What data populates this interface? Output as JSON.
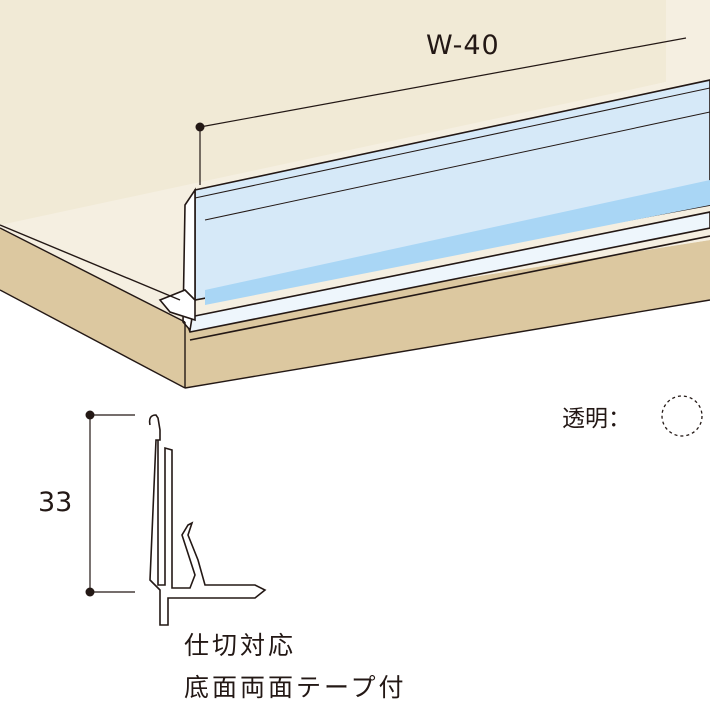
{
  "dimension": {
    "model_code": "W-40",
    "height_value": "33"
  },
  "color_legend": {
    "label": "透明：",
    "swatch": "clear-dashed-circle"
  },
  "notes": {
    "line1": "仕切対応",
    "line2": "底面両面テープ付"
  },
  "colors": {
    "wall": "#f1ead6",
    "counter_top": "#f5efe1",
    "counter_front": "#dcc8a0",
    "strip_face": "#d6e9f8",
    "strip_glow": "#a9d6f5",
    "line": "#231815"
  }
}
